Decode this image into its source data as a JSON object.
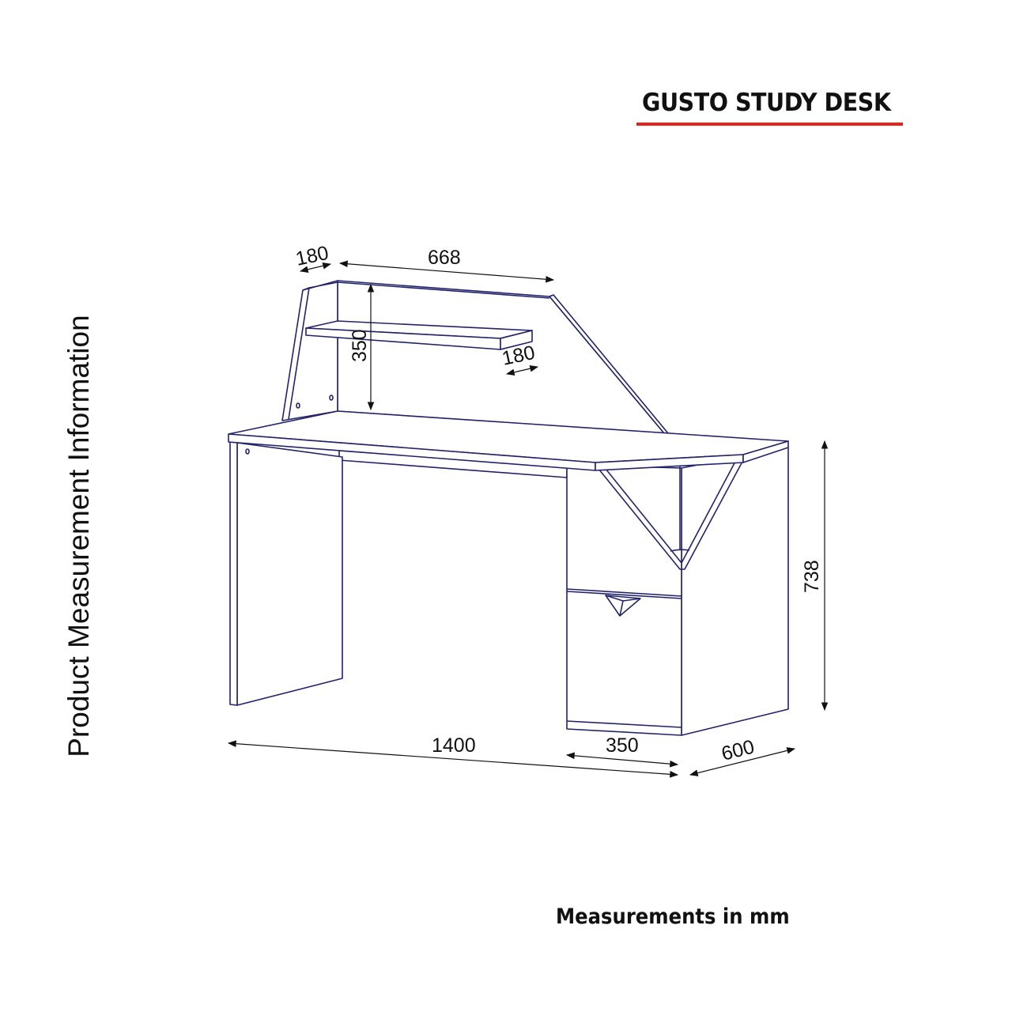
{
  "header": {
    "title": "GUSTO STUDY DESK",
    "accent_color": "#e8221b"
  },
  "side_label": "Product Measurement Information",
  "footer": {
    "note": "Measurements in mm"
  },
  "dimensions": {
    "hutch_side_depth": "180",
    "hutch_width": "668",
    "hutch_height": "350",
    "shelf_depth": "180",
    "desk_height": "738",
    "desk_width": "1400",
    "pedestal_width": "350",
    "desk_depth": "600"
  },
  "line_color": "#23236b"
}
